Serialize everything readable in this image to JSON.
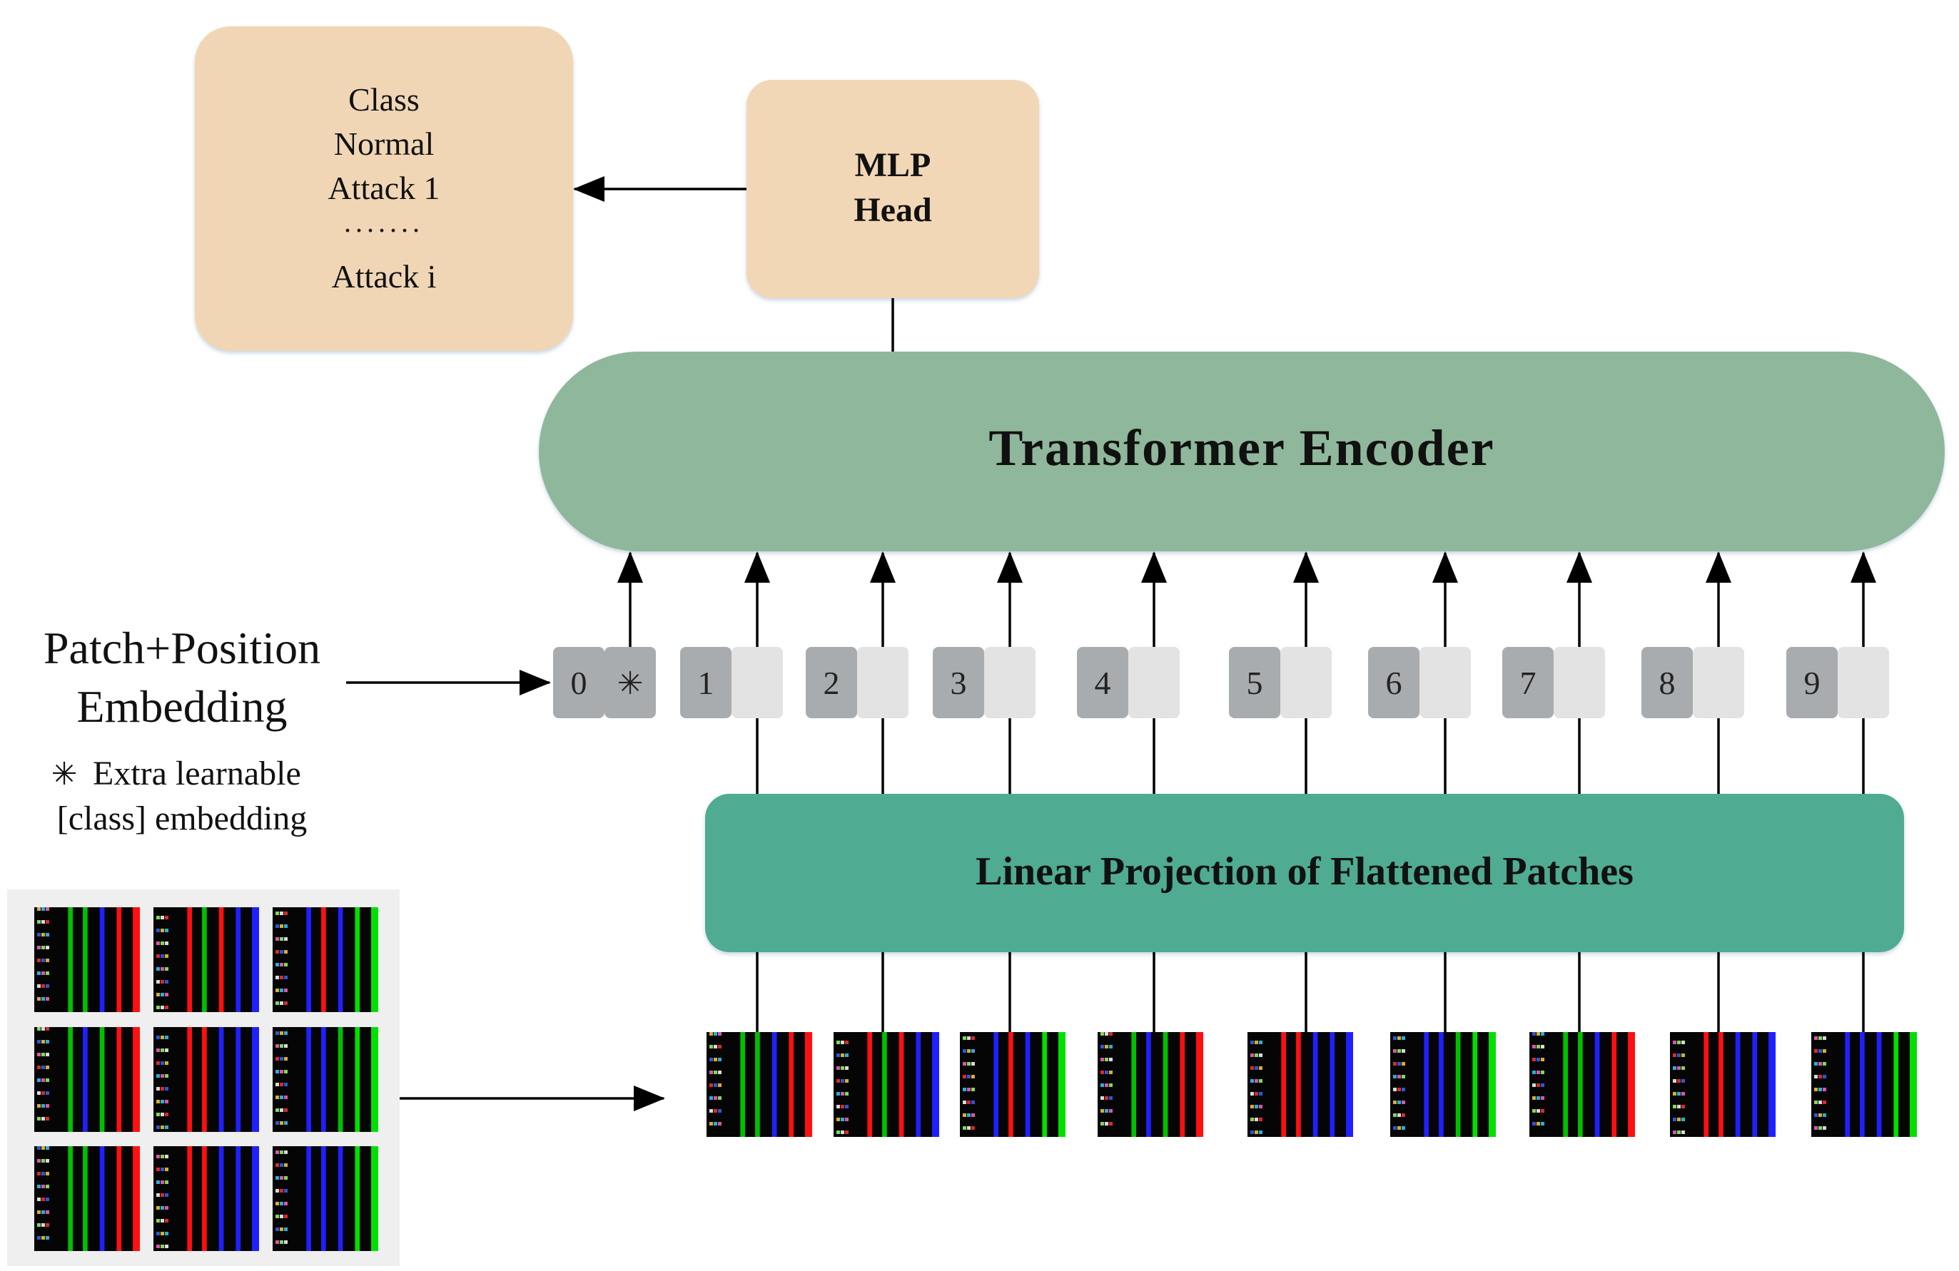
{
  "class_box": {
    "lines": [
      "Class",
      "Normal",
      "Attack 1",
      ".......",
      "Attack i"
    ]
  },
  "mlp_head": {
    "line1": "MLP",
    "line2": "Head"
  },
  "transformer_encoder": {
    "label": "Transformer Encoder"
  },
  "linear_projection": {
    "label": "Linear Projection of Flattened Patches"
  },
  "embedding_label": {
    "line1": "Patch+Position",
    "line2": "Embedding"
  },
  "class_embedding_note": {
    "symbol": "✳",
    "line1": "Extra learnable",
    "line2": "[class] embedding"
  },
  "tokens": [
    {
      "position": "0",
      "patch": "✳",
      "is_class": true
    },
    {
      "position": "1",
      "patch": "",
      "is_class": false
    },
    {
      "position": "2",
      "patch": "",
      "is_class": false
    },
    {
      "position": "3",
      "patch": "",
      "is_class": false
    },
    {
      "position": "4",
      "patch": "",
      "is_class": false
    },
    {
      "position": "5",
      "patch": "",
      "is_class": false
    },
    {
      "position": "6",
      "patch": "",
      "is_class": false
    },
    {
      "position": "7",
      "patch": "",
      "is_class": false
    },
    {
      "position": "8",
      "patch": "",
      "is_class": false
    },
    {
      "position": "9",
      "patch": "",
      "is_class": false
    }
  ],
  "colors": {
    "class_box_fill": "#f0d6b5",
    "mlp_fill": "#f2d7b6",
    "encoder_fill": "#8fb79b",
    "projection_fill": "#50ab91",
    "position_tile": "#a9acae",
    "patch_tile": "#e3e3e3",
    "input_panel": "#efefef"
  }
}
